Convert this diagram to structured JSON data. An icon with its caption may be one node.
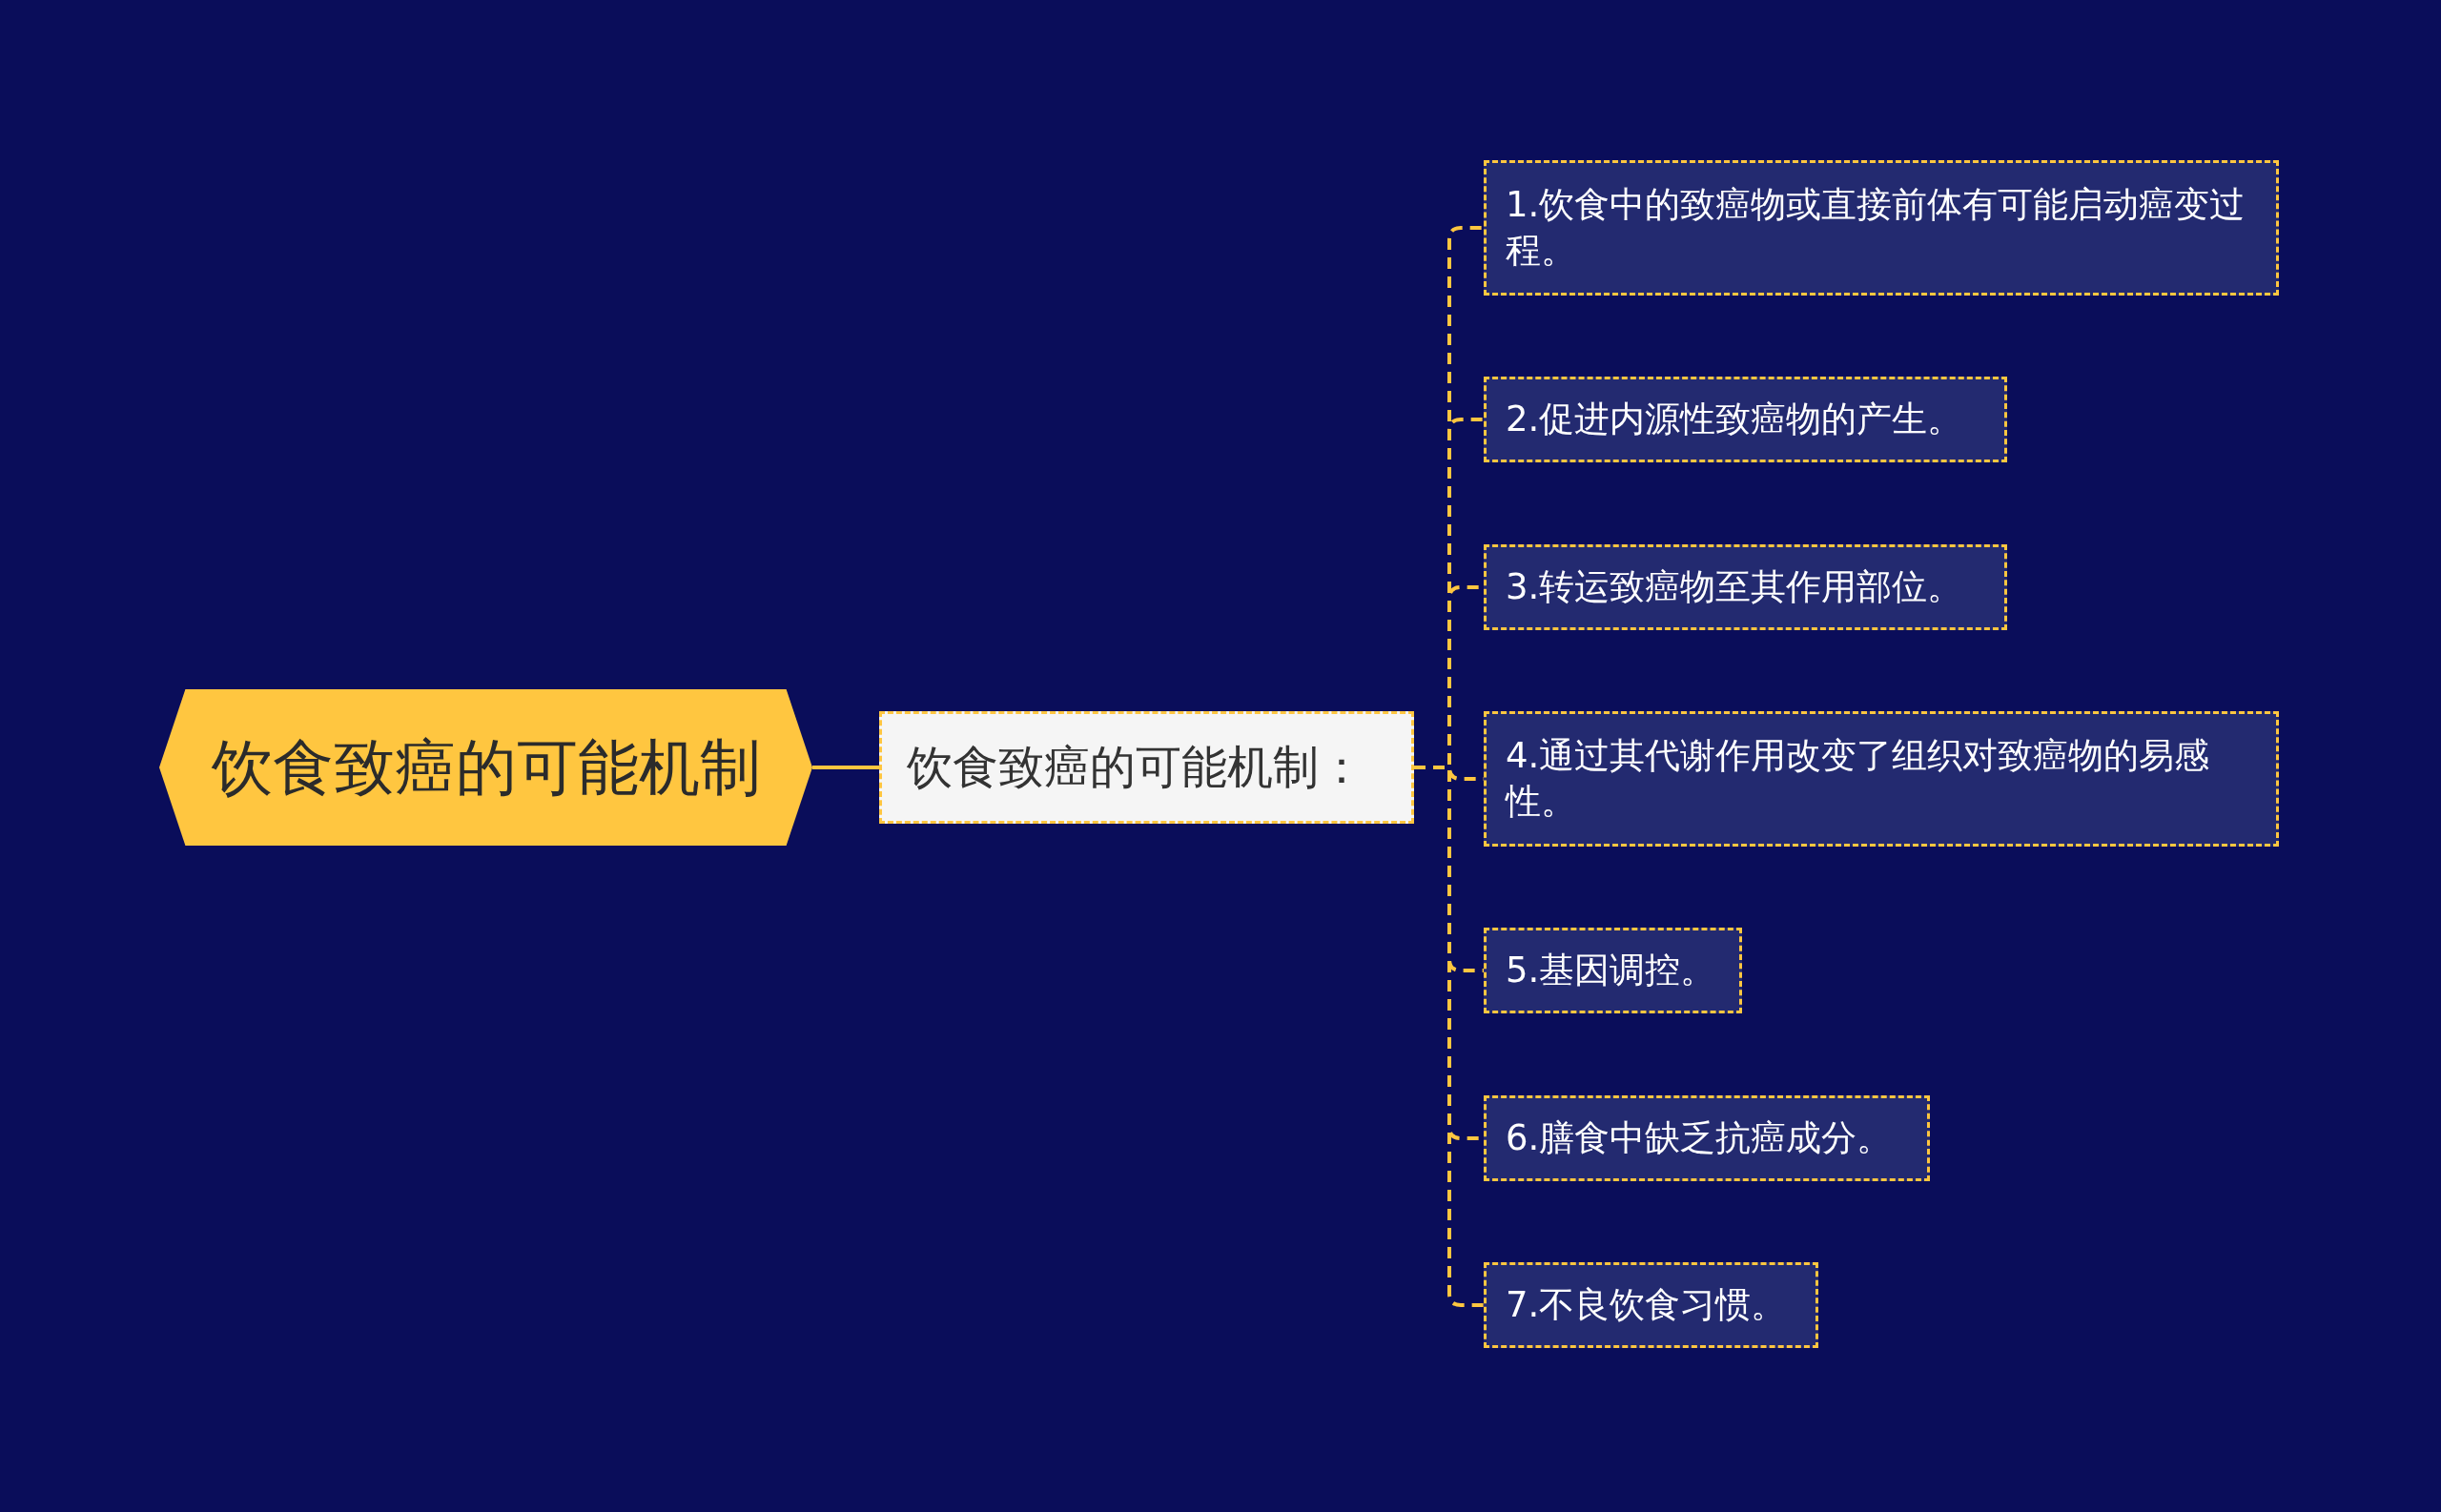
{
  "diagram": {
    "nodes": [
      {
        "text": [
          "饮食致癌的可能机制"
        ]
      },
      {
        "text": [
          "饮食致癌的可能机制："
        ]
      },
      {
        "text": [
          "1.饮食中的致癌物或直接前体有可能启动癌变过程。"
        ]
      },
      {
        "text": [
          "2.促进内源性致癌物的产生。"
        ]
      },
      {
        "text": [
          "3.转运致癌物至其作用部位。"
        ]
      },
      {
        "text": [
          "4.通过其代谢作用改变了组织对致癌物的易感性。"
        ]
      },
      {
        "text": [
          "5.基因调控。"
        ]
      },
      {
        "text": [
          "6.膳食中缺乏抗癌成分。"
        ]
      },
      {
        "text": [
          "7.不良饮食习惯。"
        ]
      }
    ],
    "edges": [
      {
        "from": 0,
        "to": 1,
        "arrow": "none"
      },
      {
        "from": 1,
        "to": 2,
        "arrow": "none",
        "style": "dashed"
      },
      {
        "from": 1,
        "to": 3,
        "arrow": "none",
        "style": "dashed"
      },
      {
        "from": 1,
        "to": 4,
        "arrow": "none",
        "style": "dashed"
      },
      {
        "from": 1,
        "to": 5,
        "arrow": "none",
        "style": "dashed"
      },
      {
        "from": 1,
        "to": 6,
        "arrow": "none",
        "style": "dashed"
      },
      {
        "from": 1,
        "to": 7,
        "arrow": "none",
        "style": "dashed"
      },
      {
        "from": 1,
        "to": 8,
        "arrow": "none",
        "style": "dashed"
      }
    ]
  }
}
